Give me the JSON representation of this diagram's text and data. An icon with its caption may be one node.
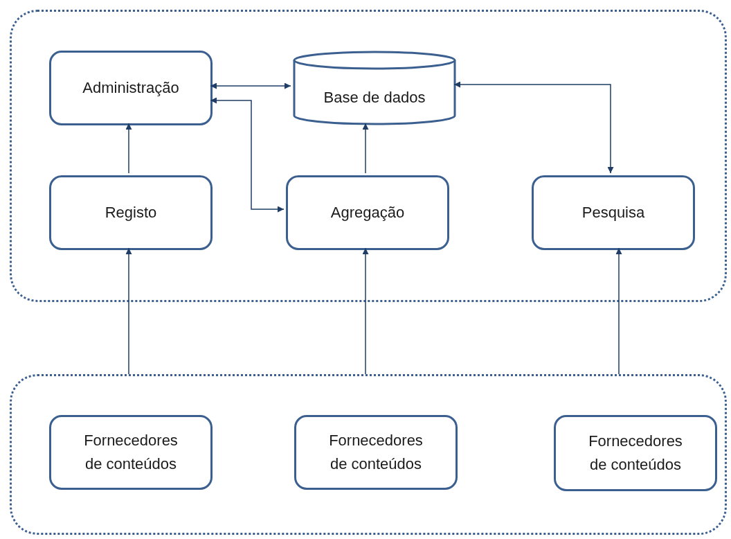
{
  "diagram": {
    "nodes": [
      {
        "text": [],
        "shape": "box"
      },
      {
        "text": [
          "Administração"
        ],
        "in": 0
      },
      {
        "text": [
          "Base de dados"
        ],
        "in": 0
      },
      {
        "text": [
          "Registo"
        ],
        "in": 0
      },
      {
        "text": [
          "Agregação"
        ],
        "in": 0
      },
      {
        "text": [
          "Pesquisa"
        ],
        "in": 0
      },
      {
        "text": [],
        "shape": "box"
      },
      {
        "text": [
          "Fornecedores de conteúdos"
        ],
        "in": 6
      },
      {
        "text": [
          "Fornecedores de conteúdos"
        ],
        "in": 6
      },
      {
        "text": [
          "Fornecedores de conteúdos"
        ],
        "in": 6
      }
    ],
    "edges": [
      {
        "from": 1,
        "to": 2,
        "arrow": "both"
      },
      {
        "from": 4,
        "to": 1,
        "arrow": "both"
      },
      {
        "from": 3,
        "to": 1,
        "arrow": "to"
      },
      {
        "from": 4,
        "to": 2,
        "arrow": "to"
      },
      {
        "from": 2,
        "to": 5,
        "arrow": "both"
      },
      {
        "from": 6,
        "to": 3,
        "arrow": "to"
      },
      {
        "from": 6,
        "to": 4,
        "arrow": "to"
      },
      {
        "from": 6,
        "to": 5,
        "arrow": "to"
      }
    ]
  }
}
